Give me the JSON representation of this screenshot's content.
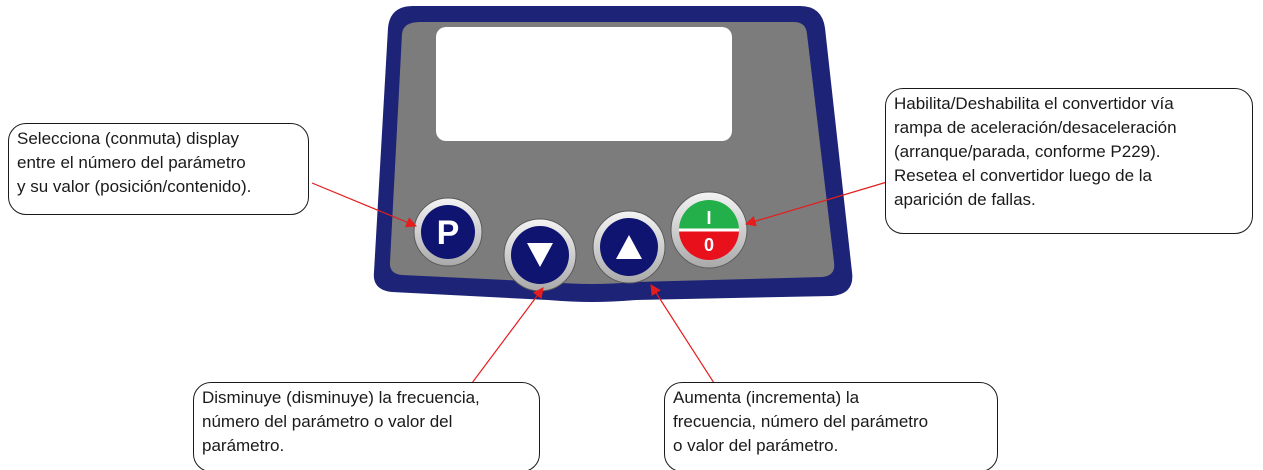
{
  "keypad": {
    "buttons": [
      {
        "id": "p",
        "glyph": "P"
      },
      {
        "id": "down",
        "glyph": "▼"
      },
      {
        "id": "up",
        "glyph": "▲"
      },
      {
        "id": "io",
        "glyph_on": "I",
        "glyph_off": "0"
      }
    ],
    "colors": {
      "bezel": "#1d2477",
      "face": "#7c7c7c",
      "display": "#ffffff",
      "button": "#0e1470",
      "button_ring": "#d8d8d8",
      "start_green": "#23b04a",
      "stop_red": "#e8111b",
      "arrows": "#e51d1d"
    }
  },
  "callouts": {
    "p": {
      "lines": [
        "Selecciona (conmuta) display",
        "entre el número del parámetro",
        "y su valor (posición/contenido)."
      ]
    },
    "down": {
      "lines": [
        "Disminuye (disminuye) la frecuencia,",
        "número del parámetro o valor del",
        "parámetro."
      ]
    },
    "up": {
      "lines": [
        "Aumenta (incrementa) la",
        "frecuencia, número del parámetro",
        "o valor del parámetro."
      ]
    },
    "io": {
      "lines": [
        "Habilita/Deshabilita el convertidor vía",
        "rampa de aceleración/desaceleración",
        "(arranque/parada, conforme P229).",
        "Resetea el convertidor luego de la",
        "aparición de fallas."
      ]
    }
  }
}
